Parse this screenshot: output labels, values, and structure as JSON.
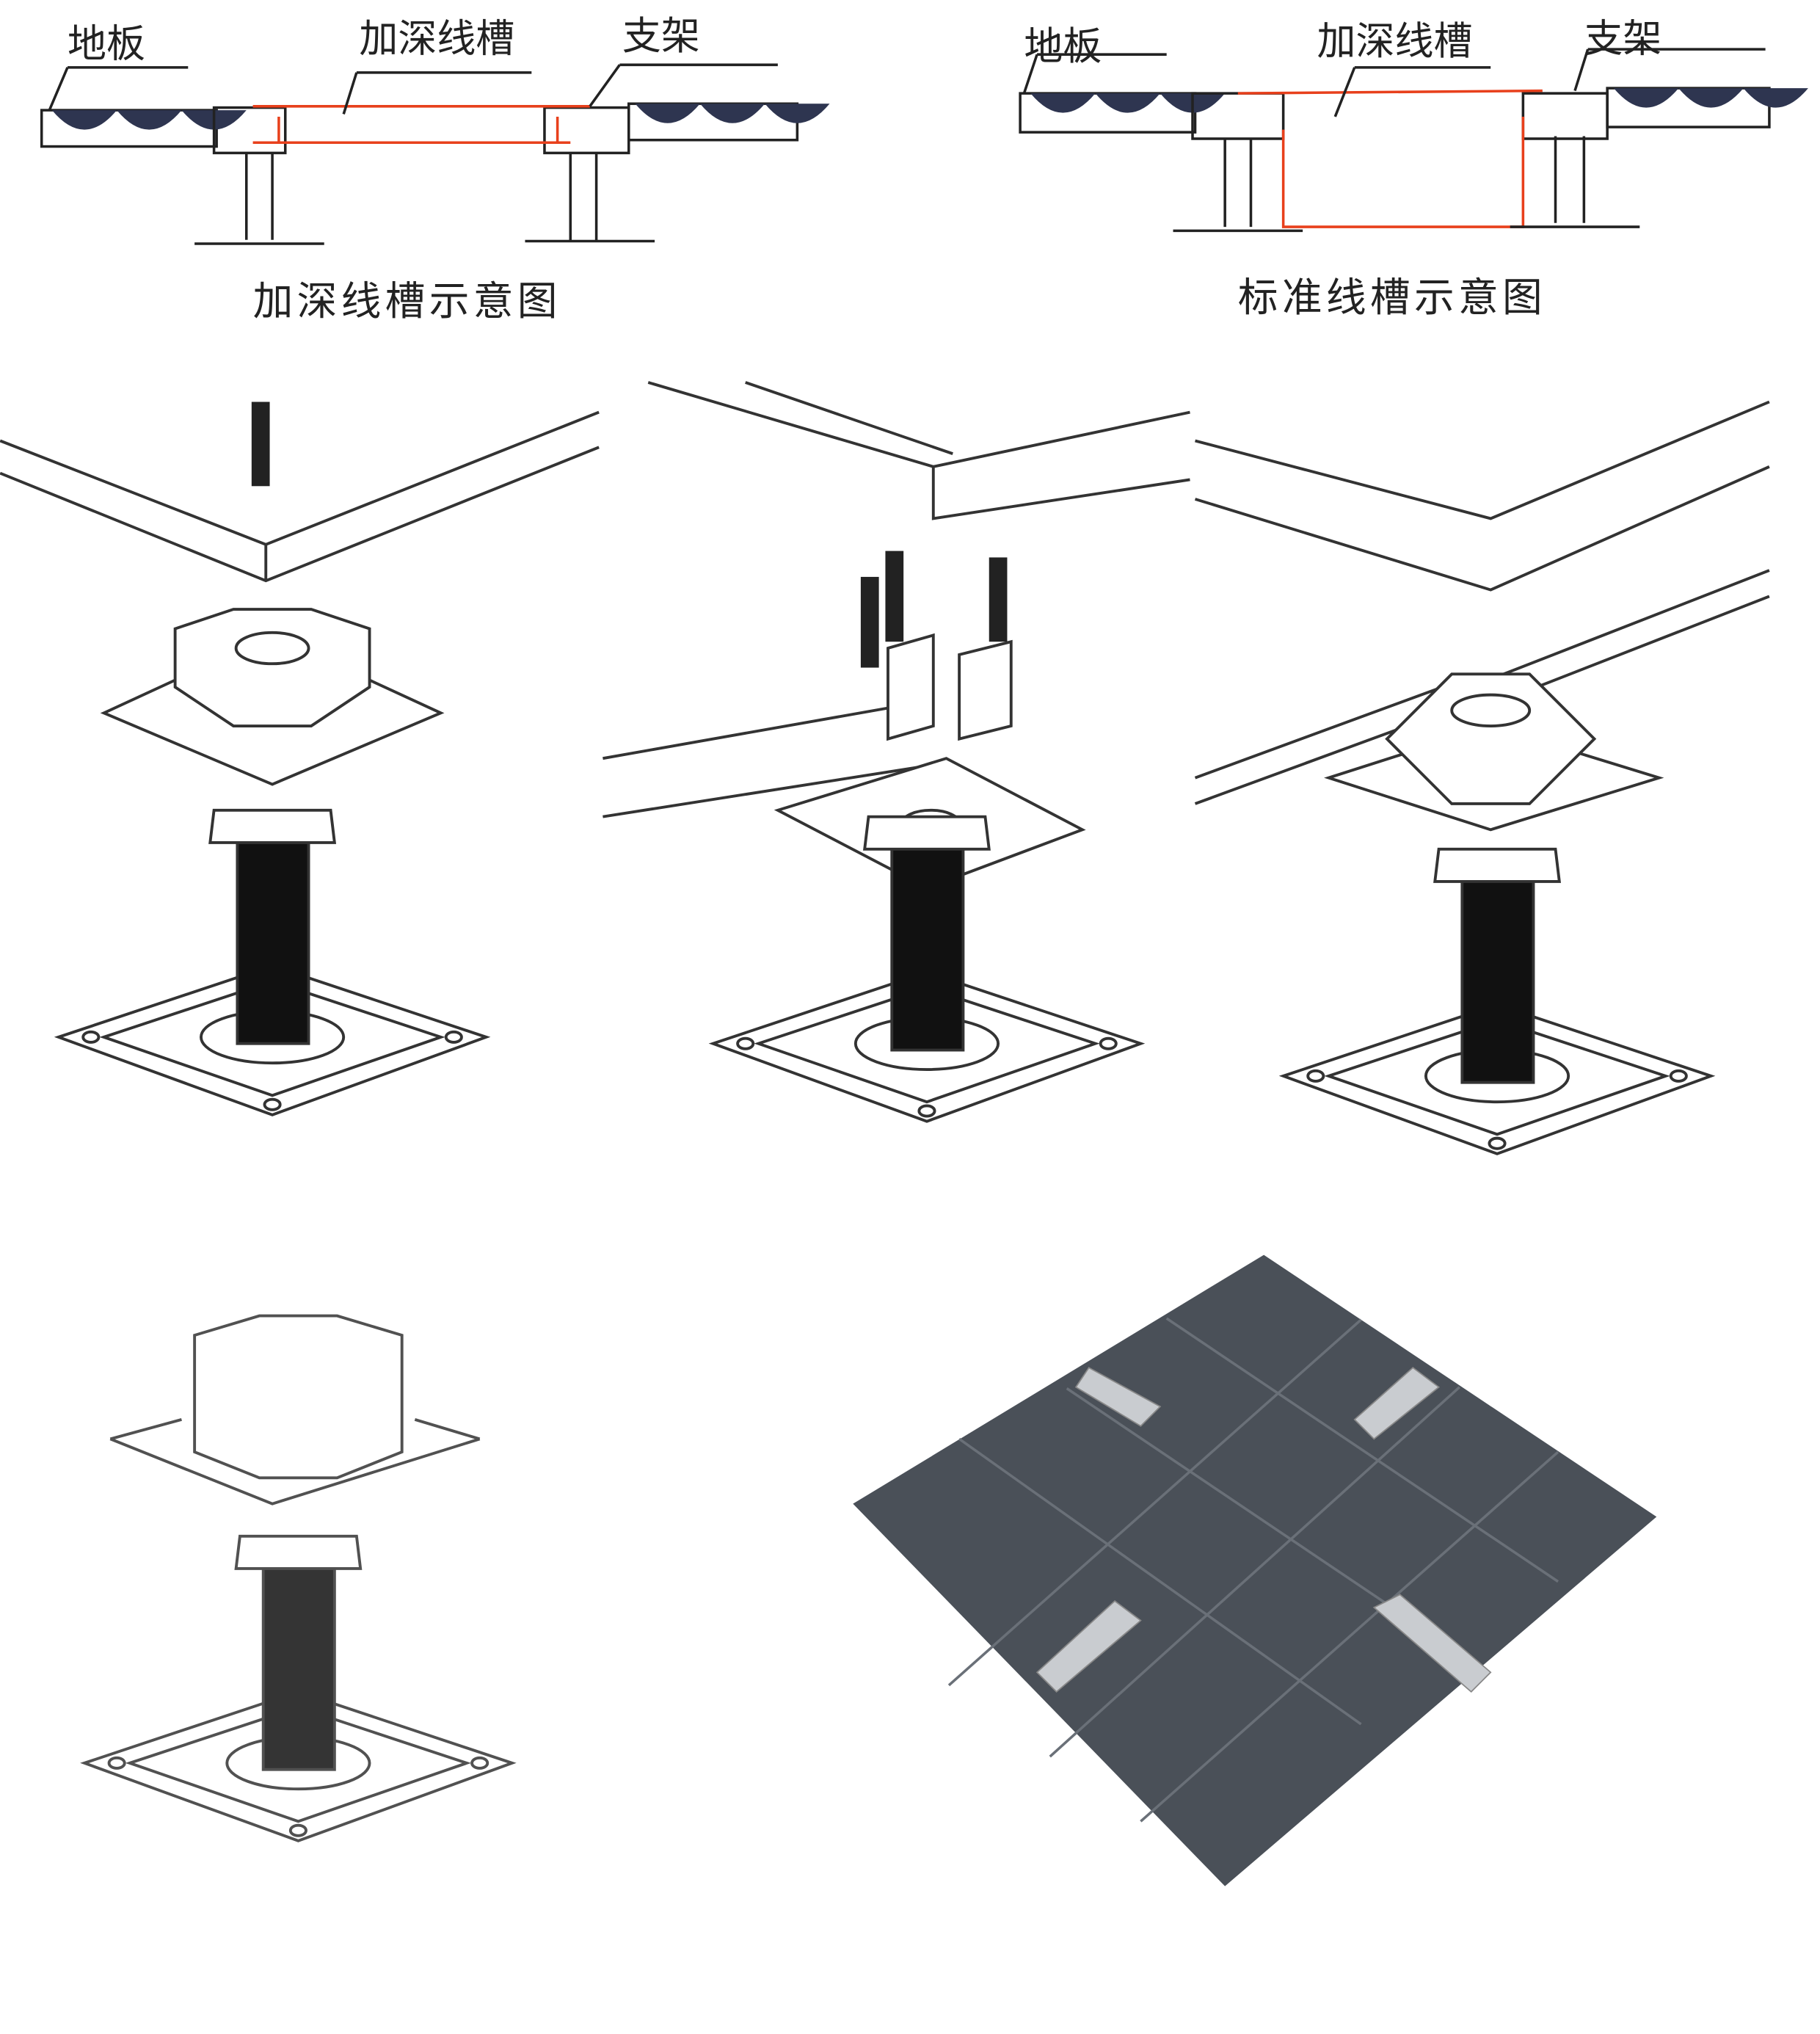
{
  "diagram_left": {
    "labels": {
      "floor": "地板",
      "deep_trough": "加深线槽",
      "bracket": "支架"
    },
    "caption": "加深线槽示意图"
  },
  "diagram_right": {
    "labels": {
      "floor": "地板",
      "deep_trough": "加深线槽",
      "bracket": "支架"
    },
    "caption": "标准线槽示意图"
  },
  "colors": {
    "trough_outline": "#e8401c",
    "panel": "#2e3550",
    "floor_tile": "#4a5058",
    "ink": "#222222"
  }
}
